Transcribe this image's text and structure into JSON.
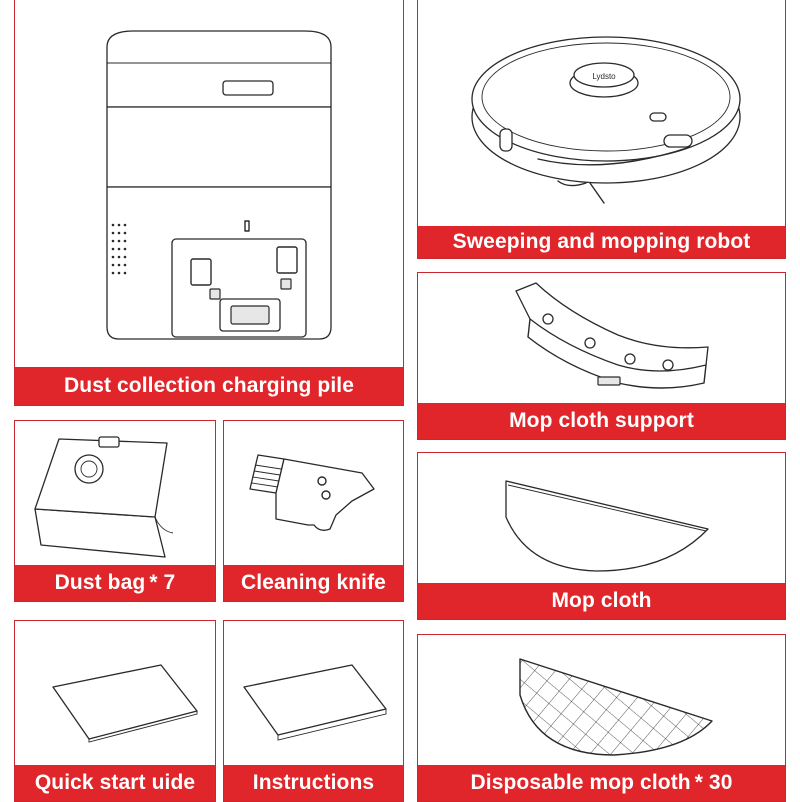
{
  "brand": {
    "accent": "#e0262b",
    "border": "#c8282e",
    "text_on_accent": "#ffffff"
  },
  "items": [
    {
      "id": "dust-pile",
      "label": "Dust collection charging pile",
      "quantity": "",
      "illustration": "dust-collection-station-drawing"
    },
    {
      "id": "robot",
      "label": "Sweeping and mopping robot",
      "quantity": "",
      "illustration": "robot-vacuum-drawing",
      "logo_text": "Lydsto"
    },
    {
      "id": "mop-support",
      "label": "Mop cloth support",
      "quantity": "",
      "illustration": "mop-bracket-drawing"
    },
    {
      "id": "dust-bag",
      "label": "Dust bag",
      "quantity": "* 7",
      "illustration": "dust-bag-drawing"
    },
    {
      "id": "cleaning-knife",
      "label": "Cleaning knife",
      "quantity": "",
      "illustration": "cleaning-tool-drawing"
    },
    {
      "id": "mop-cloth",
      "label": "Mop cloth",
      "quantity": "",
      "illustration": "mop-cloth-drawing"
    },
    {
      "id": "quick-start",
      "label": "Quick start uide",
      "quantity": "",
      "illustration": "booklet-drawing"
    },
    {
      "id": "instructions",
      "label": "Instructions",
      "quantity": "",
      "illustration": "booklet-drawing"
    },
    {
      "id": "disposable-mop",
      "label": "Disposable mop cloth",
      "quantity": "* 30",
      "illustration": "grid-mop-cloth-drawing"
    }
  ]
}
